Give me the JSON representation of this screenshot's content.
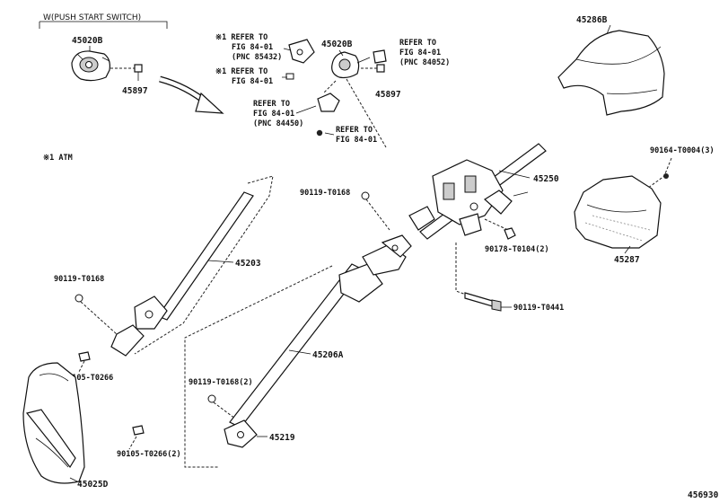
{
  "header": {
    "variant_label": "W(PUSH START SWITCH)",
    "footnote": "※1 ATM"
  },
  "refs": {
    "r1_line1": "※1 REFER TO",
    "r1_line2": "FIG 84-01",
    "r1_line3": "(PNC 85432)",
    "r2_line1": "※1 REFER TO",
    "r2_line2": "FIG 84-01",
    "r3_line1": "REFER TO",
    "r3_line2": "FIG 84-01",
    "r3_line3": "(PNC 84052)",
    "r4_line1": "REFER TO",
    "r4_line2": "FIG 84-01",
    "r4_line3": "(PNC 84450)",
    "r5_line1": "REFER TO",
    "r5_line2": "FIG 84-01"
  },
  "parts": {
    "p45020b_left": "45020B",
    "p45897_left": "45897",
    "p45020b_mid": "45020B",
    "p45897_mid": "45897",
    "p45286b": "45286B",
    "p45250": "45250",
    "p90164": "90164-T0004(3)",
    "p45287": "45287",
    "p90119_top": "90119-T0168",
    "p90178": "90178-T0104(2)",
    "p90119_0441": "90119-T0441",
    "p45203": "45203",
    "p90119_left": "90119-T0168",
    "p45206a": "45206A",
    "p90105_a": "90105-T0266",
    "p90119_2": "90119-T0168(2)",
    "p45219": "45219",
    "p90105_b": "90105-T0266(2)",
    "p45025d": "45025D"
  },
  "footer": {
    "figure_number": "456930"
  }
}
